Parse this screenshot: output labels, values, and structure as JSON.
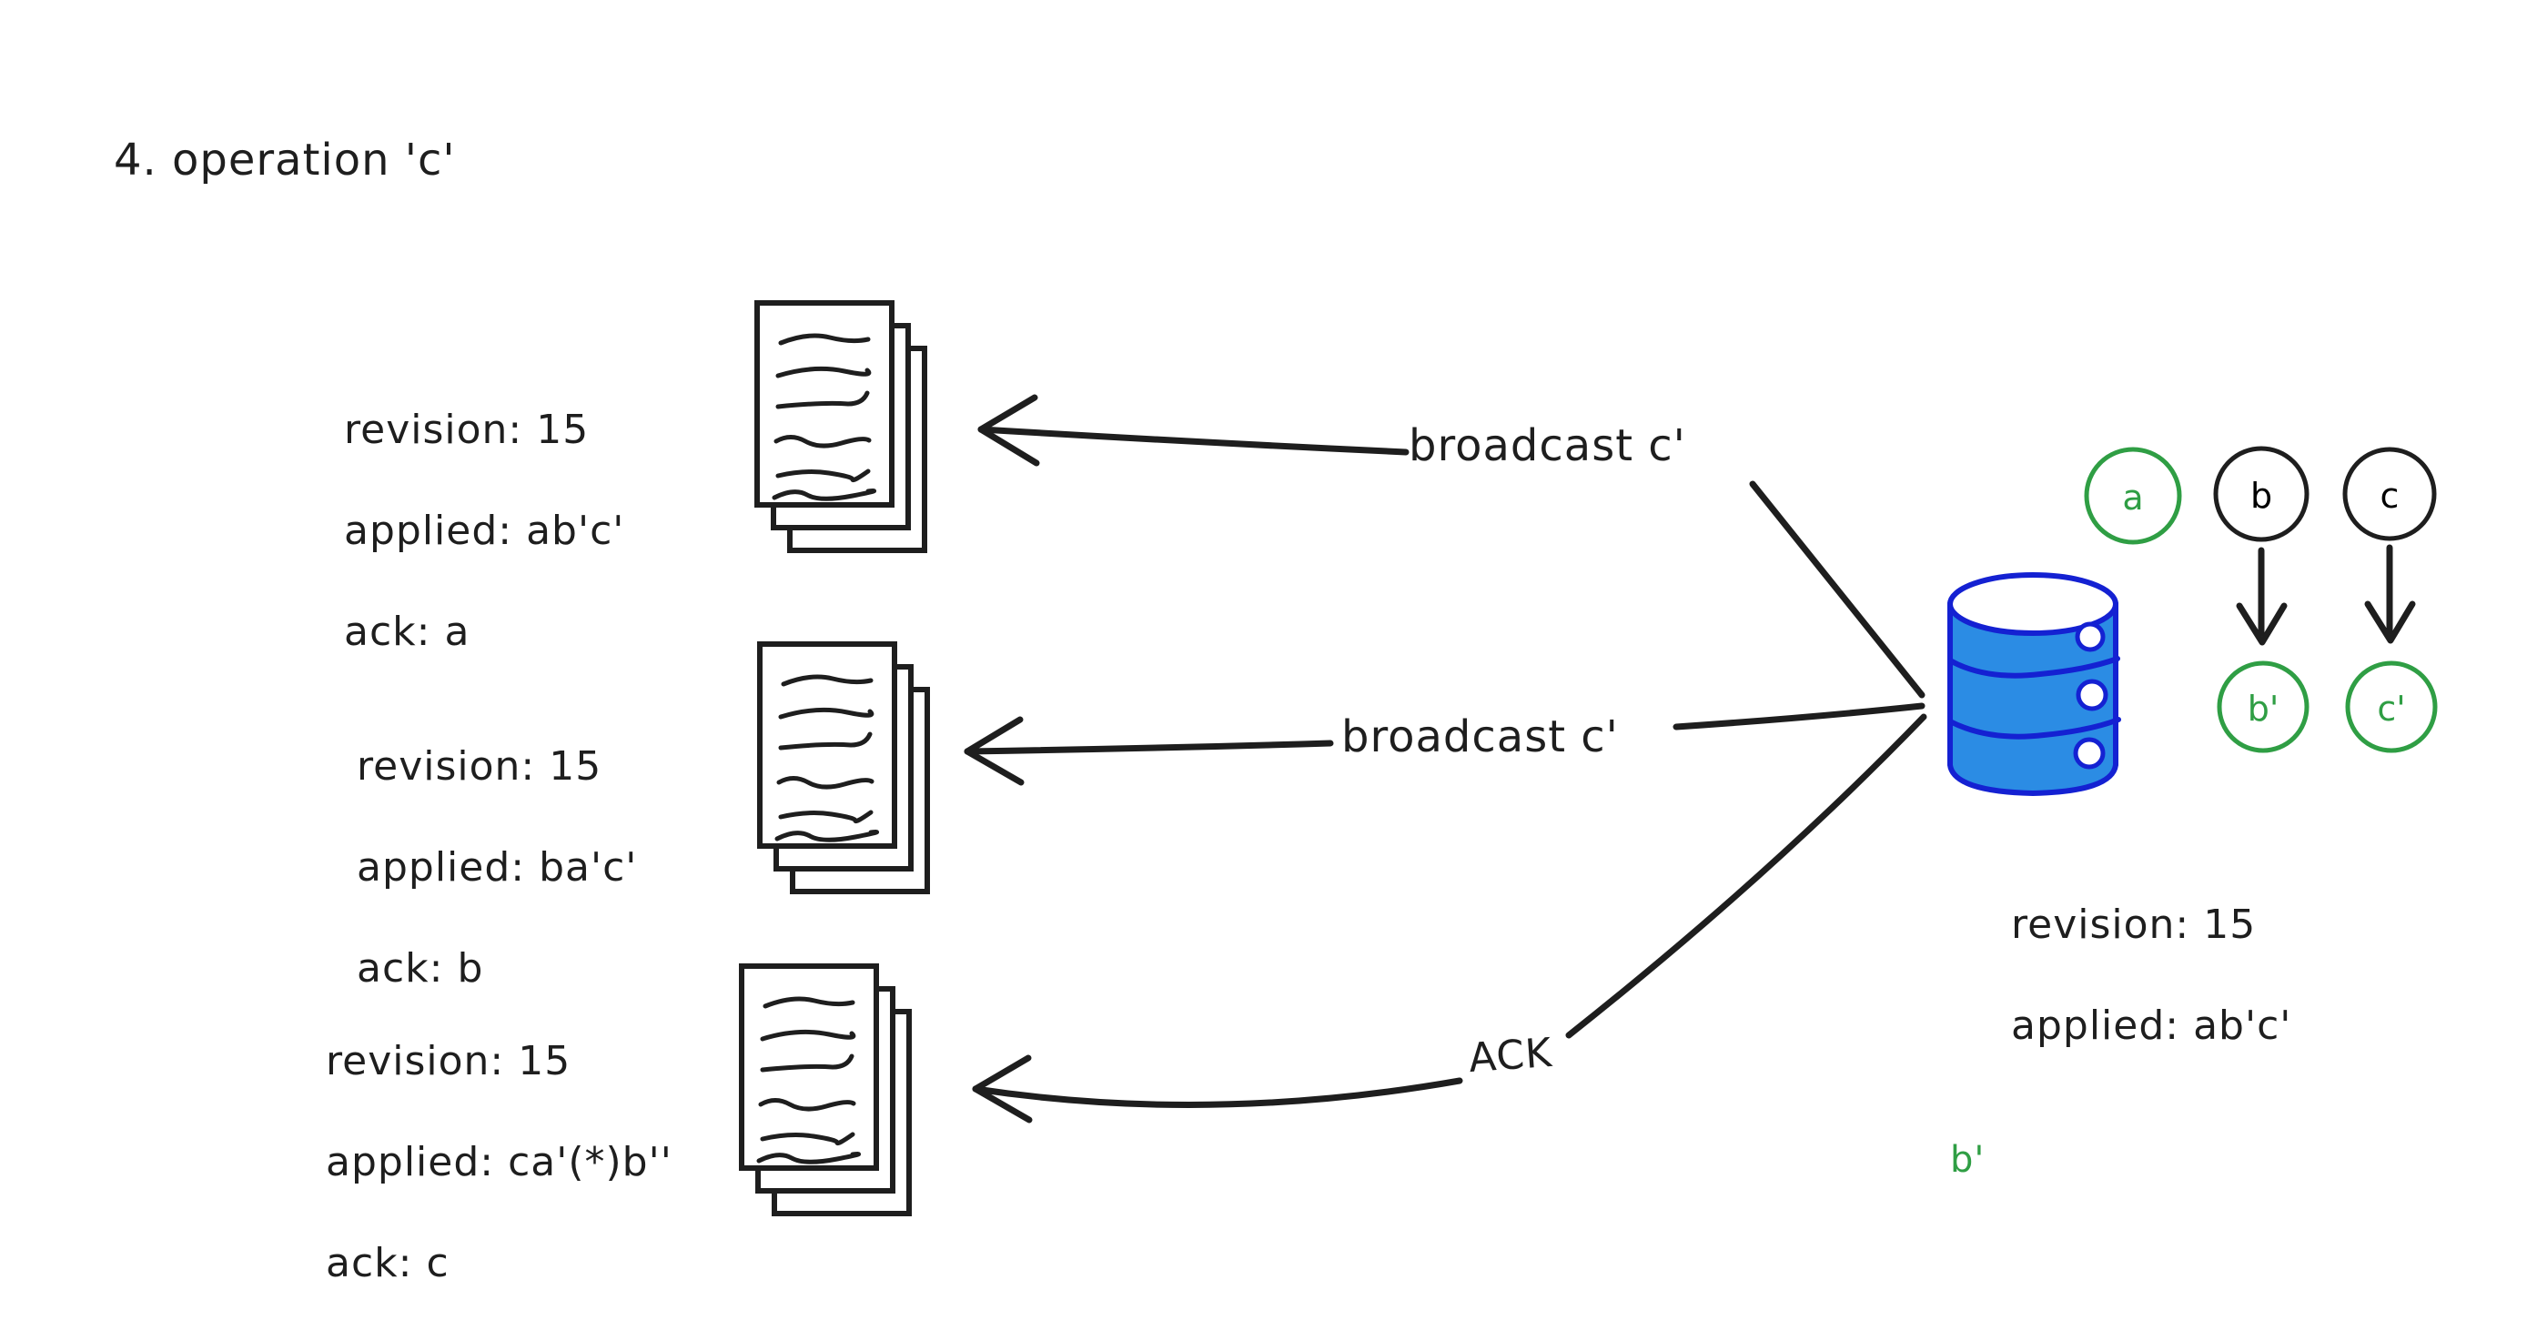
{
  "title": "4. operation 'c'",
  "colors": {
    "ink": "#1e1e1e",
    "green": "#2f9e44",
    "database_fill": "#2b8ce4",
    "database_stroke": "#1421d2"
  },
  "clients": [
    {
      "revision": "revision: 15",
      "applied": "applied: ab'c'",
      "ack": "ack: a"
    },
    {
      "revision": "revision: 15",
      "applied": "applied: ba'c'",
      "ack": "ack: b"
    },
    {
      "revision": "revision: 15",
      "applied": "applied: ca'(*)b''",
      "ack": "ack: c"
    }
  ],
  "messages": {
    "broadcast_top": "broadcast c'",
    "broadcast_middle": "broadcast c'",
    "ack": "ACK"
  },
  "server": {
    "revision": "revision: 15",
    "applied": "applied: ab'c'",
    "pending_note": "b'"
  },
  "operations": {
    "a": "a",
    "b": "b",
    "c": "c",
    "b_prime": "b'",
    "c_prime": "c'"
  }
}
